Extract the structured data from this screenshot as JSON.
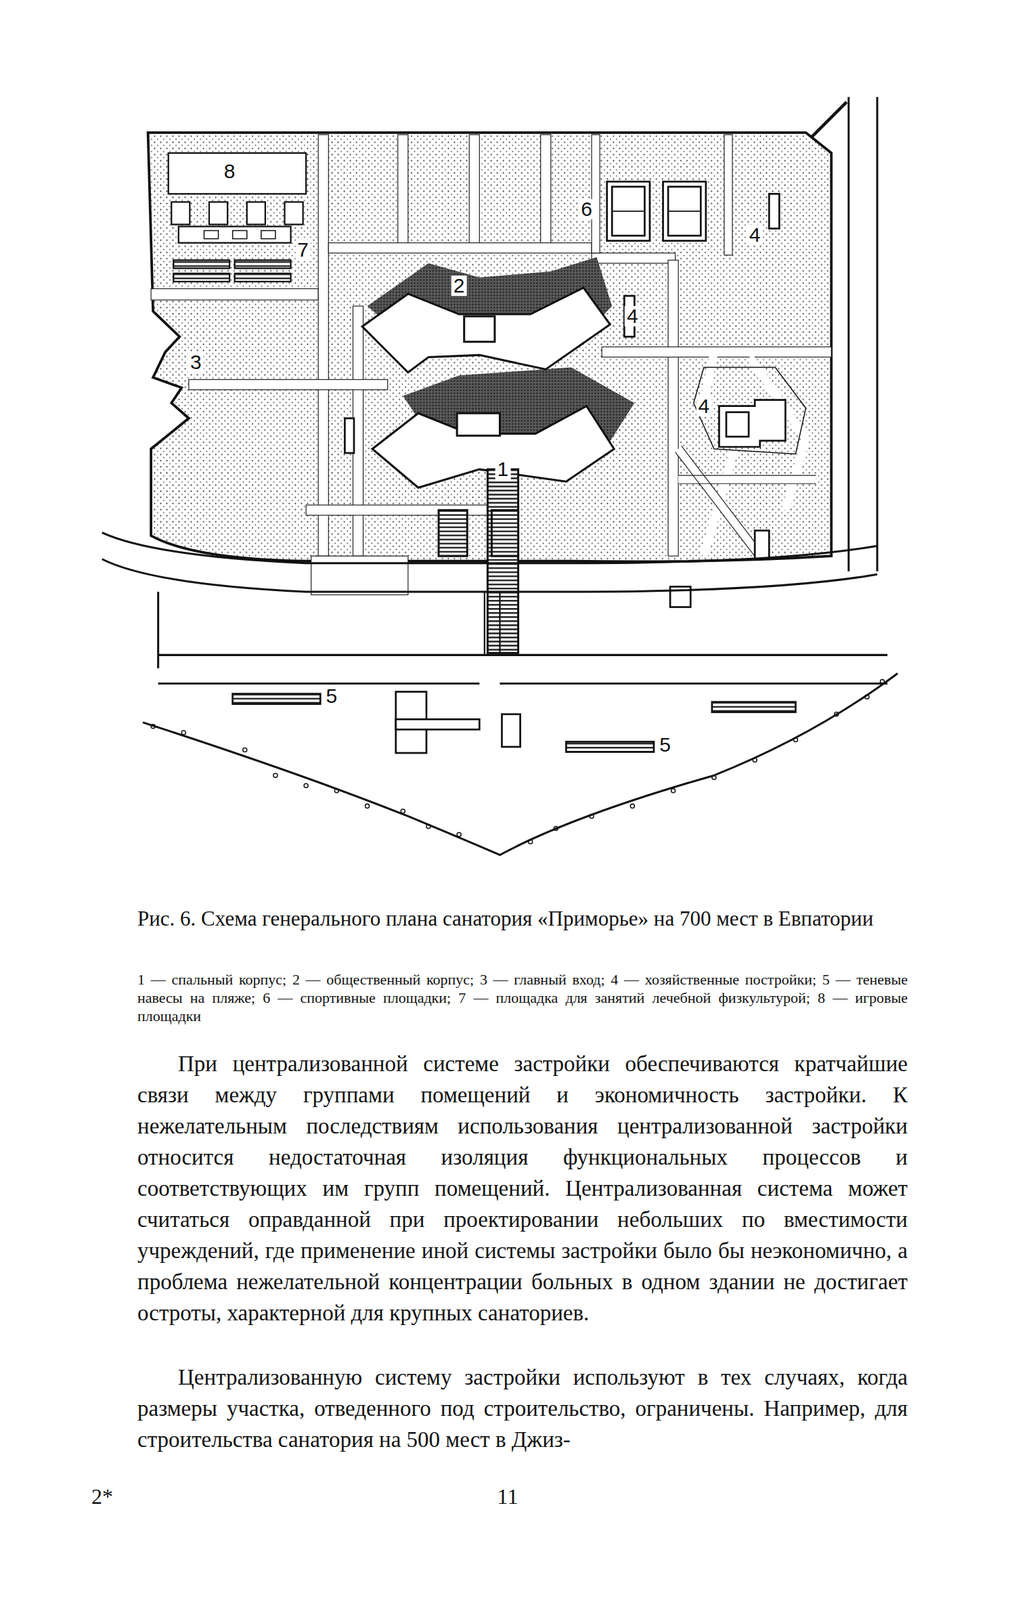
{
  "diagram": {
    "caption": "Рис. 6. Схема генерального плана санатория «Приморье» на 700 мест в Евпатории",
    "labels": [
      "8",
      "7",
      "6",
      "4",
      "2",
      "4",
      "3",
      "4",
      "1",
      "5",
      "5",
      "1 — спальный корпус; 2 — общественный корпус; 3 — главный вход; 4 — хозяйственные постройки; 5 — теневые навесы на пляже; 6 — спортивные площадки; 7 — площадка для занятий лечебной физкультурой; 8 — игровые площадки",
      "При централизованной системе застройки обеспечиваются кратчайшие связи между группами помещений и экономичность застройки. К нежелательным последствиям использования централизованной застройки относится недостаточная изоляция функциональных процессов и соответствующих им групп помещений. Централизованная система может считаться оправданной при проектировании небольших по вместимости учреждений, где применение иной системы застройки было бы неэкономично, а проблема нежелательной концентрации больных в одном здании не достигает остроты, характерной для крупных санаториев.",
      "Централизованную систему застройки используют в тех случаях, когда размеры участка, отведенного под строительство, ограничены. Например, для строительства санатория на 500 мест в Джиз-",
      "2*",
      "11"
    ]
  }
}
